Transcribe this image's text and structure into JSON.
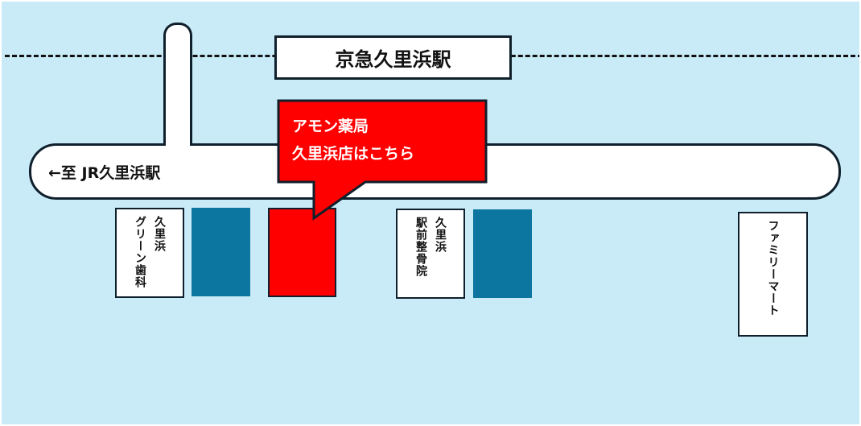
{
  "railway": {
    "station_name": "京急久里浜駅"
  },
  "road": {
    "direction_label": "←至 JR久里浜駅"
  },
  "callout": {
    "line1": "アモン薬局",
    "line2": "久里浜店はこちら"
  },
  "stores": {
    "dental": "久里浜\nグリーン歯科",
    "dental_line1": "久里浜",
    "dental_line2": "グリーン歯科",
    "bonesetter_line1": "久里浜",
    "bonesetter_line2": "駅前整骨院",
    "familymart": "ファミリーマート"
  },
  "colors": {
    "background": "#c9ebf8",
    "highlight": "#ff0000",
    "building": "#0d76a0",
    "outline": "#0f1f2b"
  }
}
